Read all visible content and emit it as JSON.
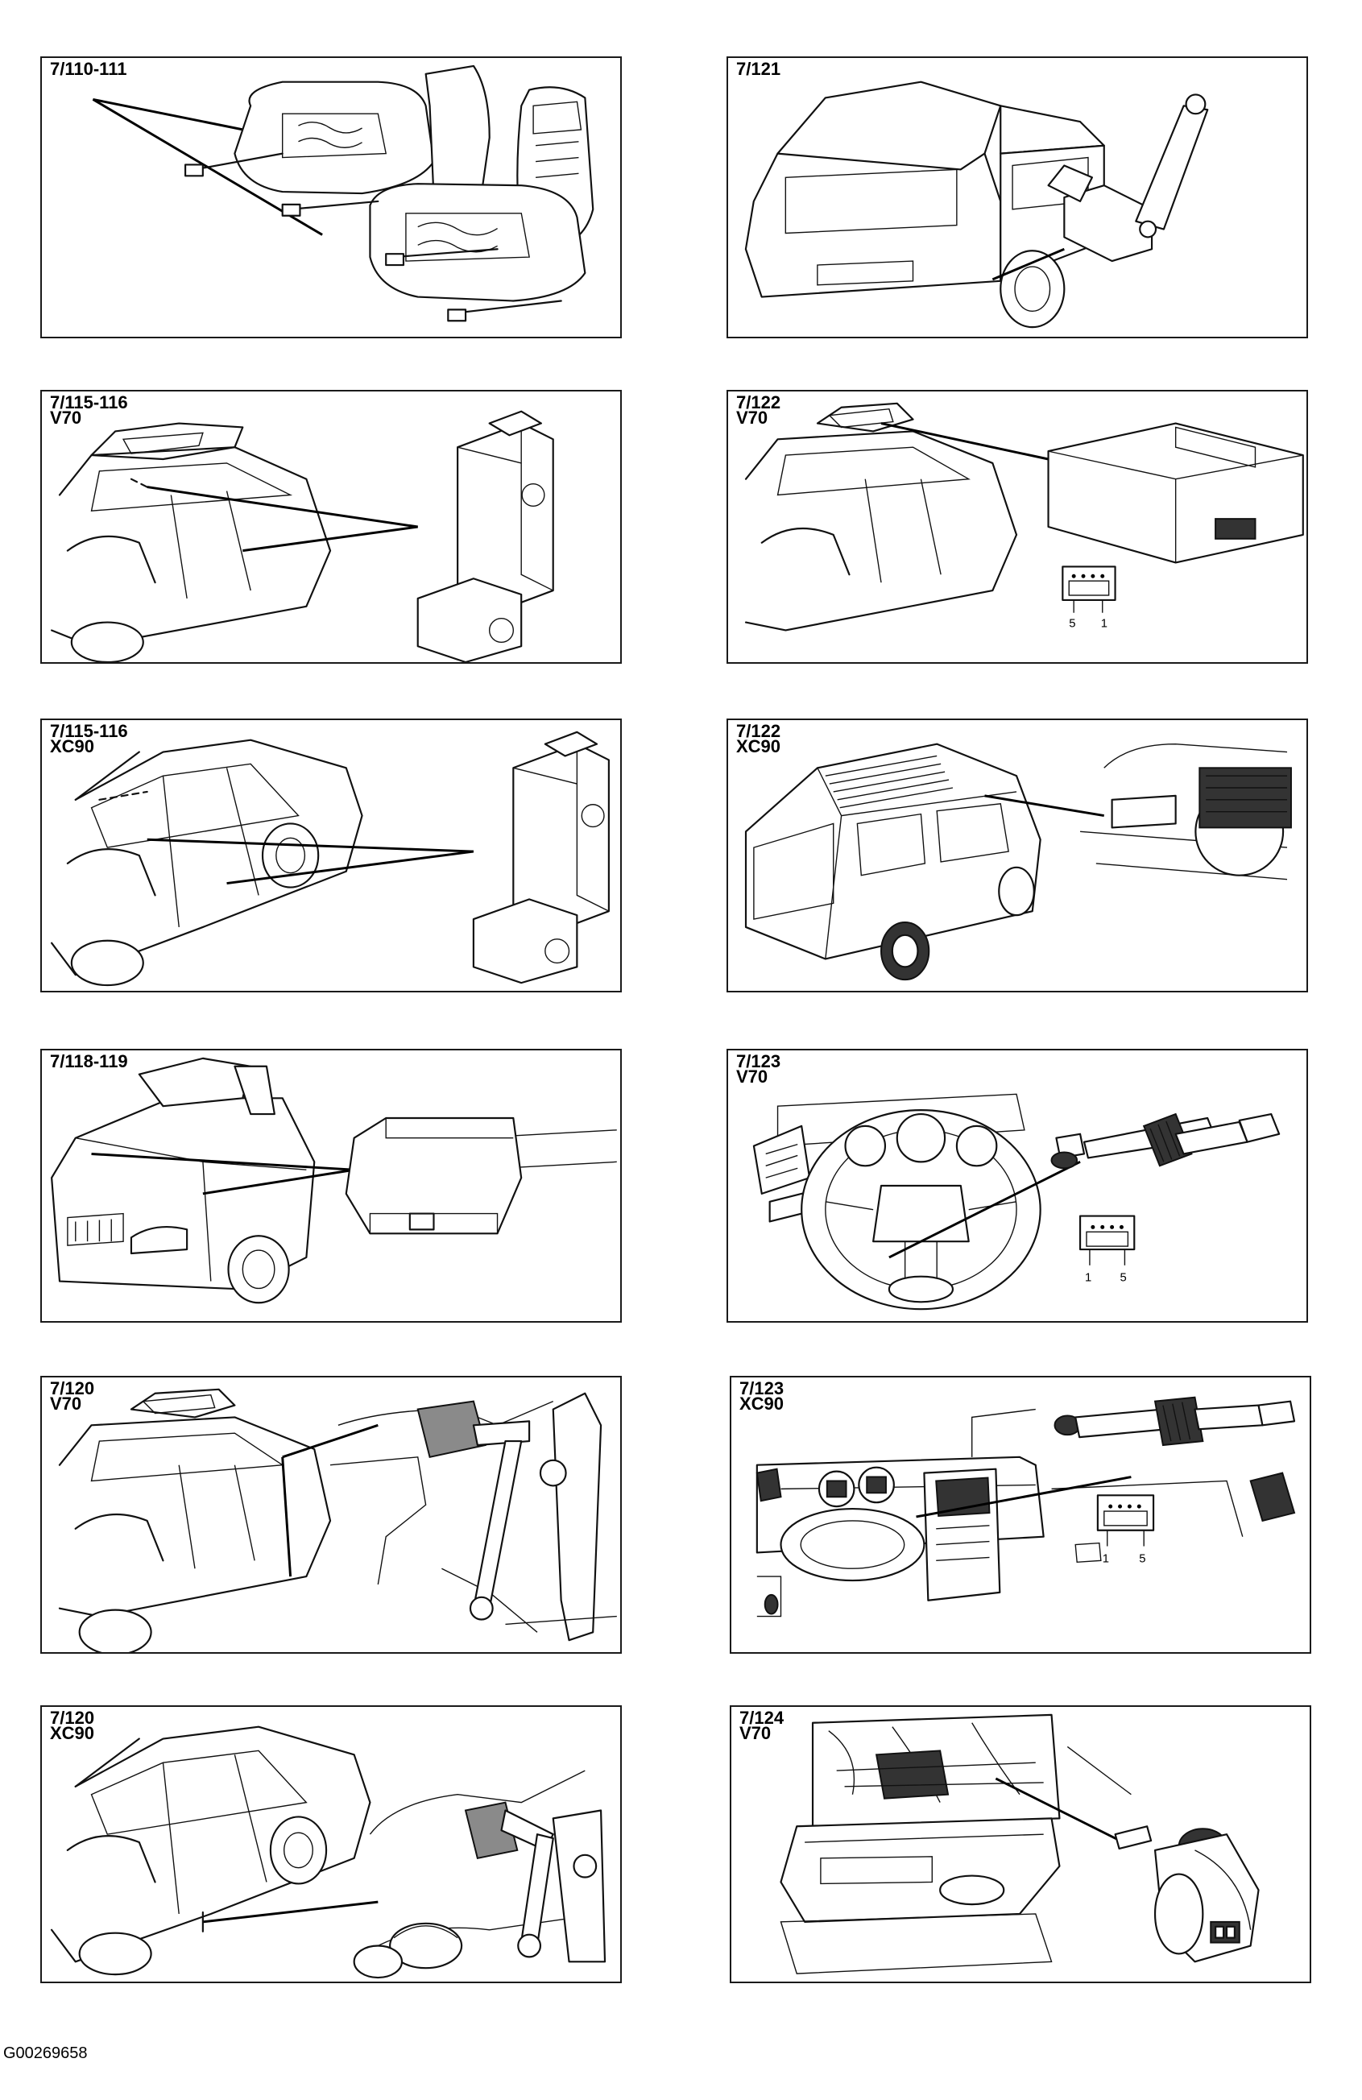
{
  "panels": [
    {
      "id": "p1",
      "code": "7/110-111",
      "model": ""
    },
    {
      "id": "p2",
      "code": "7/121",
      "model": ""
    },
    {
      "id": "p3",
      "code": "7/115-116",
      "model": "V70"
    },
    {
      "id": "p4",
      "code": "7/122",
      "model": "V70",
      "pins": [
        "5",
        "1"
      ]
    },
    {
      "id": "p5",
      "code": "7/115-116",
      "model": "XC90"
    },
    {
      "id": "p6",
      "code": "7/122",
      "model": "XC90"
    },
    {
      "id": "p7",
      "code": "7/118-119",
      "model": ""
    },
    {
      "id": "p8",
      "code": "7/123",
      "model": "V70",
      "pins": [
        "1",
        "5"
      ]
    },
    {
      "id": "p9",
      "code": "7/120",
      "model": "V70"
    },
    {
      "id": "p10",
      "code": "7/123",
      "model": "XC90",
      "pins": [
        "1",
        "5"
      ]
    },
    {
      "id": "p11",
      "code": "7/120",
      "model": "XC90"
    },
    {
      "id": "p12",
      "code": "7/124",
      "model": "V70"
    }
  ],
  "footer": {
    "image_code": "G00269658"
  }
}
